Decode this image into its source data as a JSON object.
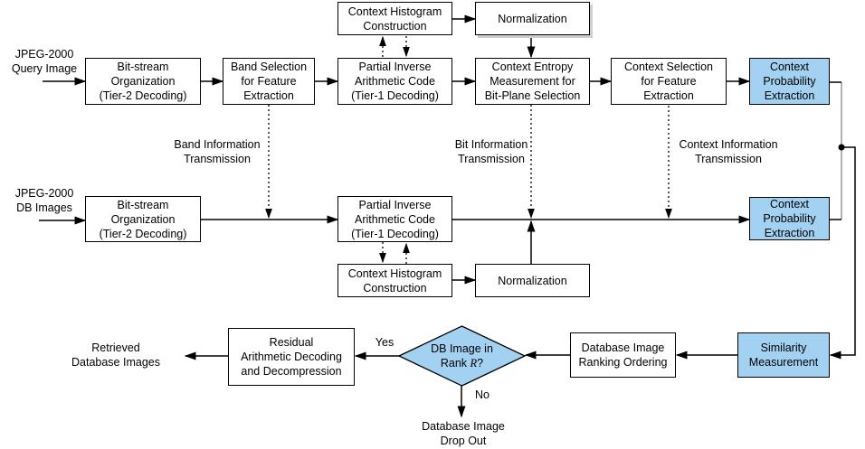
{
  "diagram": {
    "colors": {
      "highlight_fill": "#A3D1F2",
      "line": "#000000",
      "connector_gray": "#b2b2b2"
    },
    "nodes": {
      "chc_top": {
        "lines": [
          "Context Histogram",
          "Construction"
        ]
      },
      "norm_top": {
        "lines": [
          "Normalization"
        ]
      },
      "bso_query": {
        "lines": [
          "Bit-stream",
          "Organization",
          "(Tier-2 Decoding)"
        ]
      },
      "band_selection": {
        "lines": [
          "Band Selection",
          "for Feature",
          "Extraction"
        ]
      },
      "piac_query": {
        "lines": [
          "Partial Inverse",
          "Arithmetic Code",
          "(Tier-1 Decoding)"
        ]
      },
      "context_entropy": {
        "lines": [
          "Context Entropy",
          "Measurement for",
          "Bit-Plane Selection"
        ]
      },
      "context_selection": {
        "lines": [
          "Context Selection",
          "for Feature",
          "Extraction"
        ]
      },
      "cpe_query": {
        "lines": [
          "Context",
          "Probability",
          "Extraction"
        ]
      },
      "bso_db": {
        "lines": [
          "Bit-stream",
          "Organization",
          "(Tier-2 Decoding)"
        ]
      },
      "piac_db": {
        "lines": [
          "Partial Inverse",
          "Arithmetic Code",
          "(Tier-1 Decoding)"
        ]
      },
      "cpe_db": {
        "lines": [
          "Context",
          "Probability",
          "Extraction"
        ]
      },
      "chc_bottom": {
        "lines": [
          "Context Histogram",
          "Construction"
        ]
      },
      "norm_bottom": {
        "lines": [
          "Normalization"
        ]
      },
      "residual": {
        "lines": [
          "Residual",
          "Arithmetic Decoding",
          "and Decompression"
        ]
      },
      "ranking": {
        "lines": [
          "Database Image",
          "Ranking Ordering"
        ]
      },
      "similarity": {
        "lines": [
          "Similarity",
          "Measurement"
        ]
      },
      "decision": {
        "line1": "DB Image in",
        "rank_prefix": "Rank ",
        "rank_var": "R",
        "rank_suffix": "?"
      }
    },
    "labels": {
      "query_input": {
        "lines": [
          "JPEG-2000",
          "Query Image"
        ]
      },
      "db_input": {
        "lines": [
          "JPEG-2000",
          "DB Images"
        ]
      },
      "band_info": {
        "lines": [
          "Band Information",
          "Transmission"
        ]
      },
      "bit_info": {
        "lines": [
          "Bit Information",
          "Transmission"
        ]
      },
      "context_info": {
        "lines": [
          "Context Information",
          "Transmission"
        ]
      },
      "yes": "Yes",
      "no": "No",
      "retrieved": {
        "lines": [
          "Retrieved",
          "Database Images"
        ]
      },
      "drop_out": {
        "lines": [
          "Database Image",
          "Drop Out"
        ]
      }
    }
  }
}
